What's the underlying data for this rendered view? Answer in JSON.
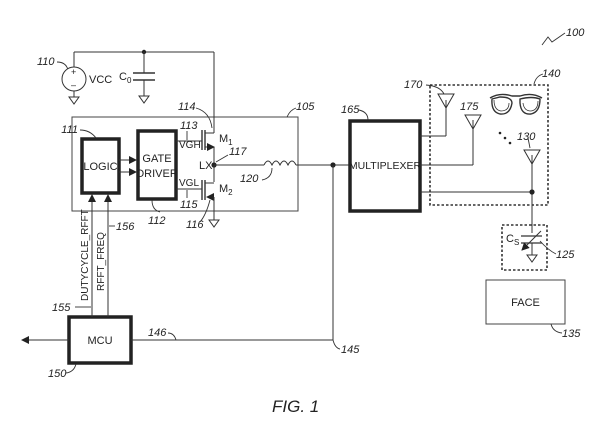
{
  "figure": {
    "caption": "FIG. 1",
    "system_ref": "100"
  },
  "power": {
    "source_ref": "110",
    "source_label": "VCC",
    "cap_label": "C",
    "cap_sub": "0"
  },
  "driver_module": {
    "ref": "105",
    "logic": {
      "label": "LOGIC",
      "ref": "111"
    },
    "gate_driver": {
      "label_line1": "GATE",
      "label_line2": "DRIVER",
      "ref": "112"
    },
    "vgh_label": "VGH",
    "vgl_label": "VGL",
    "vgh_ref": "113",
    "vgl_ref": "115",
    "m1_ref": "114",
    "m2_ref": "116",
    "m1_label": "M",
    "m1_sub": "1",
    "m2_label": "M",
    "m2_sub": "2",
    "lx_label": "LX",
    "lx_ref": "117"
  },
  "inductor": {
    "ref": "120"
  },
  "multiplexer": {
    "label": "MULTIPLEXER",
    "ref": "165"
  },
  "antenna_group": {
    "ref": "140",
    "antennas": [
      {
        "ref": "170"
      },
      {
        "ref": "175"
      },
      {
        "ref": "130"
      }
    ]
  },
  "sense_cap": {
    "label": "C",
    "sub": "S",
    "ref": "125"
  },
  "face": {
    "label": "FACE",
    "ref": "135"
  },
  "mcu": {
    "label": "MCU",
    "ref": "150"
  },
  "signals": {
    "dutycycle": "DUTYCYCLE_RFFT",
    "dutycycle_ref": "155",
    "freq": "RFFT_FREQ",
    "freq_ref": "156",
    "feedback_ref": "146",
    "node_ref": "145"
  }
}
